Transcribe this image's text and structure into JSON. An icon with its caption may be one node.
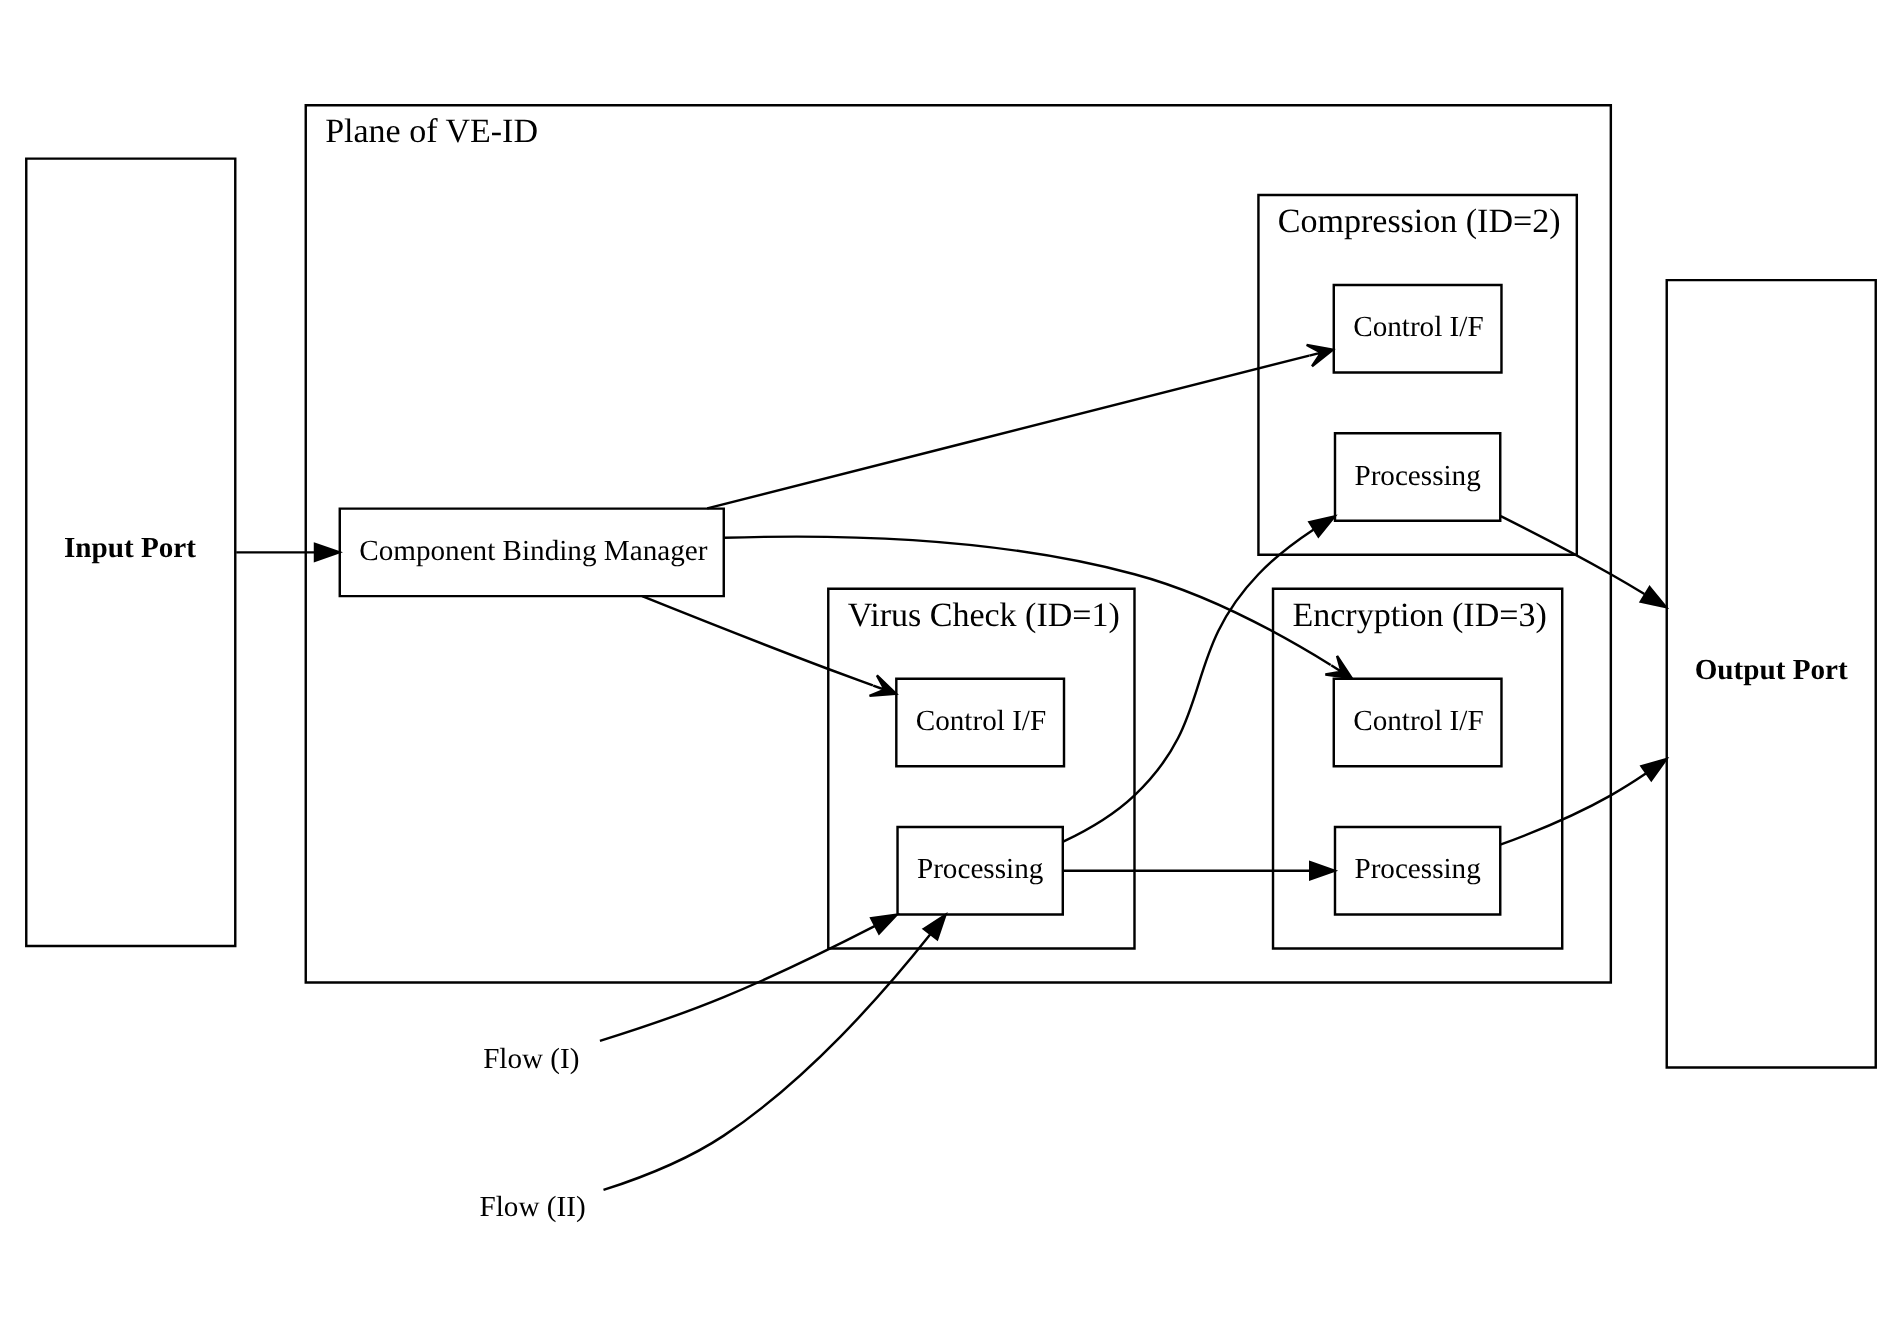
{
  "diagram": {
    "nodes": [
      {
        "text": [
          "Input Port"
        ]
      },
      {
        "text": [
          "Plane of VE-ID"
        ]
      },
      {
        "text": [
          "Component Binding Manager"
        ],
        "in": 1
      },
      {
        "text": [
          "Compression (ID=2)"
        ],
        "in": 1
      },
      {
        "text": [
          "Control I/F"
        ],
        "in": 3
      },
      {
        "text": [
          "Processing"
        ],
        "in": 3
      },
      {
        "text": [
          "Virus Check (ID=1)"
        ],
        "in": 1
      },
      {
        "text": [
          "Control I/F"
        ],
        "in": 6
      },
      {
        "text": [
          "Processing"
        ],
        "in": 6
      },
      {
        "text": [
          "Encryption (ID=3)"
        ],
        "in": 1
      },
      {
        "text": [
          "Control I/F"
        ],
        "in": 9
      },
      {
        "text": [
          "Processing"
        ],
        "in": 9
      },
      {
        "text": [
          "Output Port"
        ]
      },
      {
        "text": [
          "Flow (I)"
        ]
      },
      {
        "text": [
          "Flow (II)"
        ]
      }
    ],
    "edges": [
      {
        "from": 0,
        "to": 2,
        "arrow": "to"
      },
      {
        "from": 2,
        "to": 7,
        "arrow": "to"
      },
      {
        "from": 2,
        "to": 4,
        "arrow": "to"
      },
      {
        "from": 2,
        "to": 10,
        "arrow": "to"
      },
      {
        "from": 13,
        "to": 8,
        "arrow": "to"
      },
      {
        "from": 14,
        "to": 8,
        "arrow": "to"
      },
      {
        "from": 8,
        "to": 5,
        "arrow": "to"
      },
      {
        "from": 8,
        "to": 11,
        "arrow": "to"
      },
      {
        "from": 5,
        "to": 12,
        "arrow": "to"
      },
      {
        "from": 11,
        "to": 12,
        "arrow": "to"
      }
    ]
  }
}
